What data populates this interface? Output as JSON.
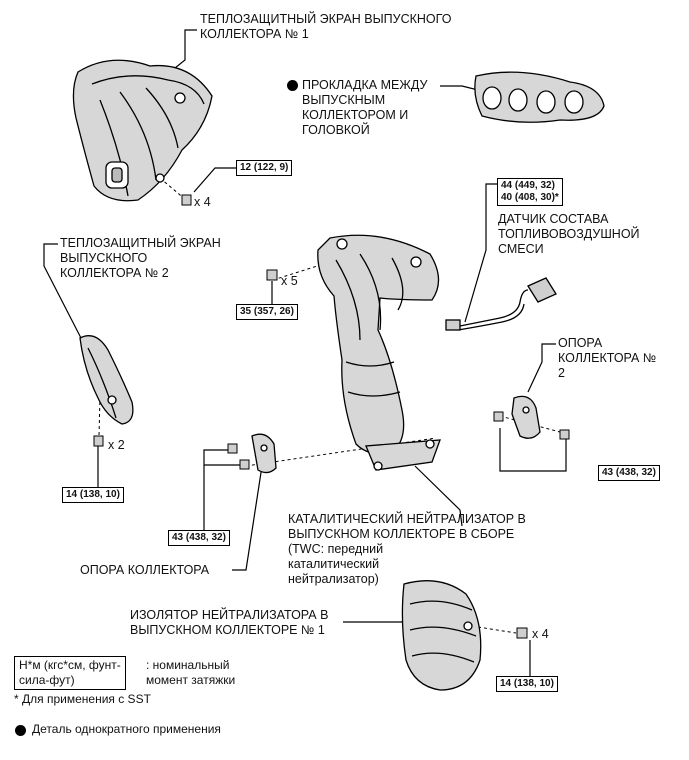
{
  "labels": {
    "heat_shield_1": "ТЕПЛОЗАЩИТНЫЙ ЭКРАН ВЫПУСКНОГО\nКОЛЛЕКТОРА № 1",
    "gasket": "ПРОКЛАДКА МЕЖДУ\nВЫПУСКНЫМ\nКОЛЛЕКТОРОМ И\nГОЛОВКОЙ",
    "af_sensor": "ДАТЧИК СОСТАВА\nТОПЛИВОВОЗДУШНОЙ\nСМЕСИ",
    "heat_shield_2": "ТЕПЛОЗАЩИТНЫЙ ЭКРАН\nВЫПУСКНОГО\nКОЛЛЕКТОРА № 2",
    "manifold_stay_2": "ОПОРА\nКОЛЛЕКТОРА №\n2",
    "converter_assy": "КАТАЛИТИЧЕСКИЙ НЕЙТРАЛИЗАТОР В\nВЫПУСКНОМ КОЛЛЕКТОРЕ В СБОРЕ\n(TWC: передний\nкаталитический\nнейтрализатор)",
    "manifold_stay": "ОПОРА КОЛЛЕКТОРА",
    "converter_insulator": "ИЗОЛЯТОР НЕЙТРАЛИЗАТОРА В\nВЫПУСКНОМ КОЛЛЕКТОРЕ № 1"
  },
  "torques": {
    "t_12": "12 (122, 9)",
    "t_44_40": "44 (449, 32)\n40 (408, 30)*",
    "t_35": "35 (357, 26)",
    "t_43_right": "43 (438, 32)",
    "t_14_left": "14 (138, 10)",
    "t_43_left": "43 (438, 32)",
    "t_14_bottom": "14 (138, 10)"
  },
  "quantities": {
    "x4_top": "x 4",
    "x5": "x 5",
    "x2": "x 2",
    "x4_bottom": "x 4"
  },
  "legend": {
    "unit_box": "Н*м (кгс*см, фунт-\nсила-фут)",
    "unit_desc": ": номинальный\nмомент затяжки",
    "sst_note": "* Для применения с SST",
    "non_reusable": "Деталь однократного применения"
  }
}
